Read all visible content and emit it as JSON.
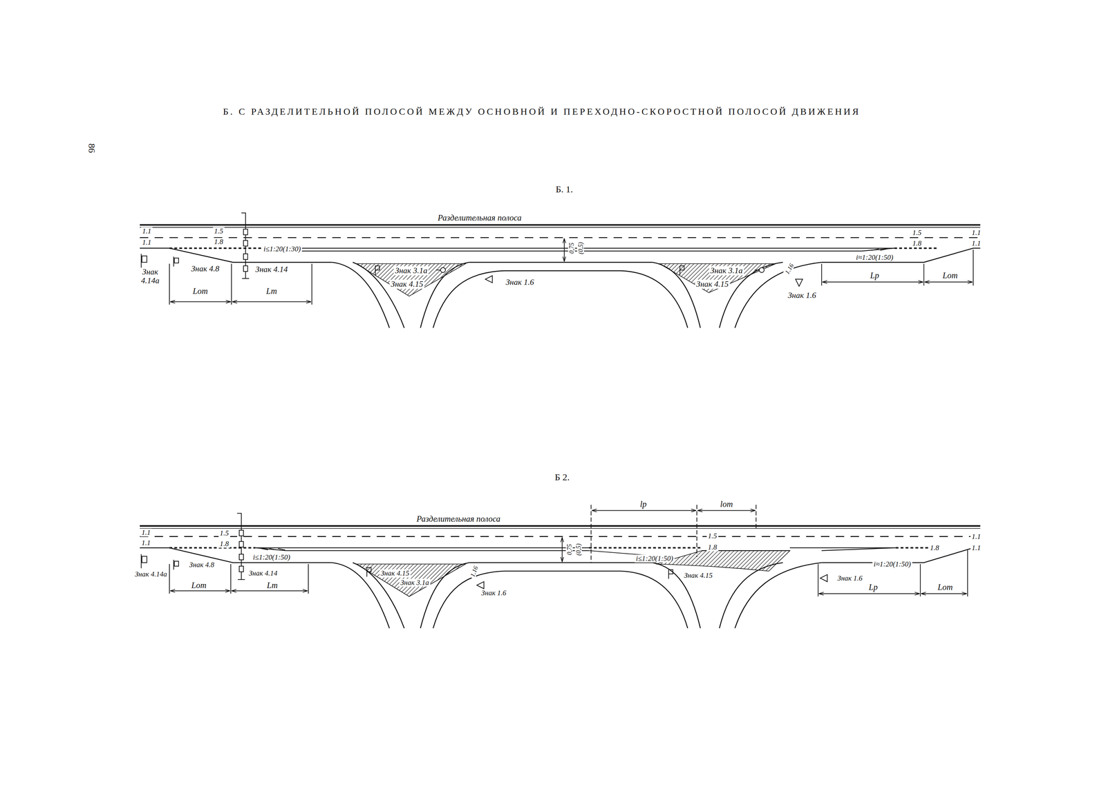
{
  "diagram": {
    "title": "Б. С РАЗДЕЛИТЕЛЬНОЙ ПОЛОСОЙ МЕЖДУ ОСНОВНОЙ И ПЕРЕХОДНО-СКОРОСТНОЙ ПОЛОСОЙ ДВИЖЕНИЯ",
    "labels": [
      "86",
      "Б. 1.",
      "Разделительная полоса",
      "1.1",
      "1.1",
      "1.5",
      "1.8",
      "i≤1:20(1:30)",
      "0,75",
      "(0,5)",
      "Знак 4.14а",
      "Знак 4.8",
      "Знак 4.14",
      "Lот",
      "Lт",
      "Знак 3.1а",
      "Знак 4.15",
      "Знак 1.6",
      "Знак 3.1а",
      "1.16",
      "Знак 4.15",
      "Знак 1.6",
      "i≈1:20(1:50)",
      "Lр",
      "Lот",
      "1.5",
      "1.8",
      "1.1",
      "1.1",
      "Б 2.",
      "Разделительная полоса",
      "1.1",
      "1.1",
      "1.5",
      "1.8",
      "i≤1:20(1:50)",
      "0,75",
      "(0,5)",
      "Знак 4.14а",
      "Знак 4.8",
      "Знак 4.14",
      "Lот",
      "Lт",
      "Знак 4.15",
      "Знак 3.1а",
      "1.16",
      "Знак 1.6",
      "lр",
      "lот",
      "1.5",
      "1.8",
      "i≤1:20(1:50)",
      "Знак 4.15",
      "i≈1:20(1:50)",
      "1.8",
      "1.1",
      "1.1",
      "Знак 1.6",
      "Lр",
      "Lот"
    ]
  }
}
